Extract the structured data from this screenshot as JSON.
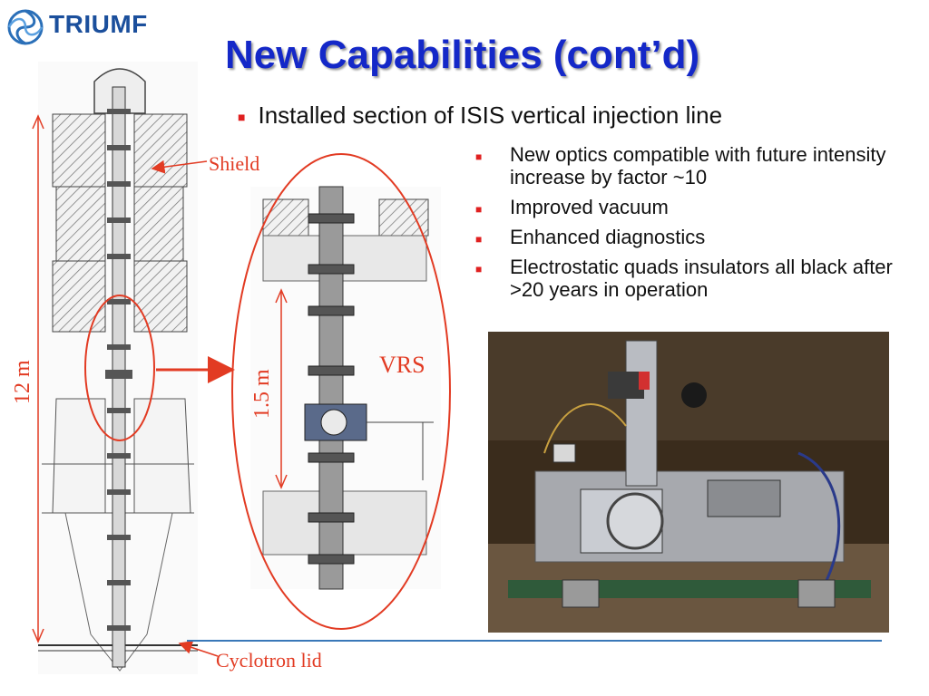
{
  "logo": {
    "text": "TRIUMF"
  },
  "title": "New Capabilities (cont’d)",
  "main_bullet": "Installed section of ISIS vertical injection line",
  "sub_bullets": [
    "New optics compatible with future intensity increase by factor ~10",
    "Improved vacuum",
    "Enhanced diagnostics",
    "Electrostatic quads insulators all black after >20 years in operation"
  ],
  "diagram_labels": {
    "shield": "Shield",
    "vrs": "VRS",
    "cyclotron_lid": "Cyclotron lid",
    "length_total": "12 m",
    "length_section": "1.5 m"
  },
  "colors": {
    "title": "#1428c8",
    "accent_red": "#e23b23",
    "bullet_red": "#e02020",
    "rule_blue": "#3a78b8"
  }
}
